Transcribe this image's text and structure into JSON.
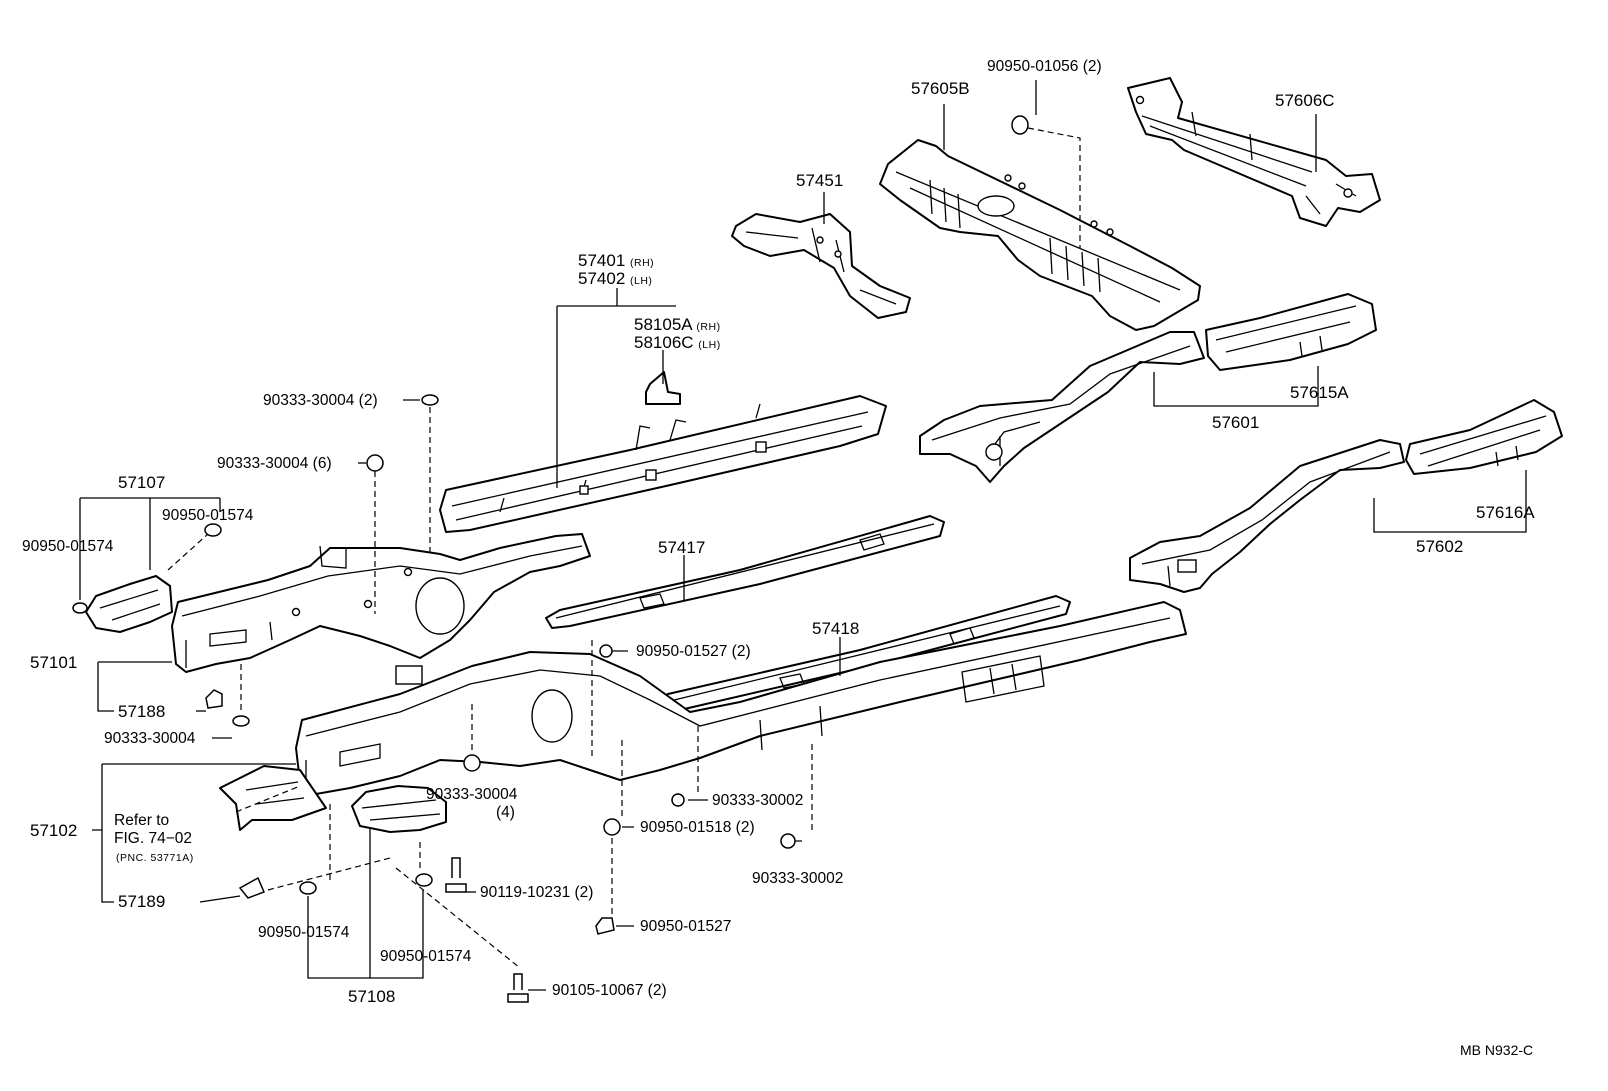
{
  "diagram": {
    "labels": {
      "p90950_01056": {
        "part": "90950-01056",
        "qty": "(2)"
      },
      "p57605B": "57605B",
      "p57606C": "57606C",
      "p57451": "57451",
      "p57401": {
        "part": "57401",
        "side": "(RH)"
      },
      "p57402": {
        "part": "57402",
        "side": "(LH)"
      },
      "p58105A": {
        "part": "58105A",
        "side": "(RH)"
      },
      "p58106C": {
        "part": "58106C",
        "side": "(LH)"
      },
      "p90333_30004_2": "90333-30004 (2)",
      "p90333_30004_6": "90333-30004 (6)",
      "p57107": "57107",
      "p90950_01574_a": "90950-01574",
      "p90950_01574_b": "90950-01574",
      "p57101": "57101",
      "p57188": "57188",
      "p90333_30004_c": "90333-30004",
      "p57102": "57102",
      "refer_line1": "Refer to",
      "refer_line2": "FIG. 74−02",
      "refer_line3": "(PNC. 53771A)",
      "p57189": "57189",
      "p90950_01574_c": "90950-01574",
      "p90950_01574_d": "90950-01574",
      "p57108": "57108",
      "p90105_10067": "90105-10067 (2)",
      "p90119_10231": "90119-10231 (2)",
      "p90333_30004_4_part": "90333-30004",
      "p90333_30004_4_qty": "(4)",
      "p57417": "57417",
      "p57418": "57418",
      "p90950_01527_2": "90950-01527 (2)",
      "p90333_30002_a": "90333-30002",
      "p90950_01518": "90950-01518 (2)",
      "p90333_30002_b": "90333-30002",
      "p90950_01527": "90950-01527",
      "p57601": "57601",
      "p57615A": "57615A",
      "p57602": "57602",
      "p57616A": "57616A",
      "corner_code": "MB  N932-C"
    }
  }
}
